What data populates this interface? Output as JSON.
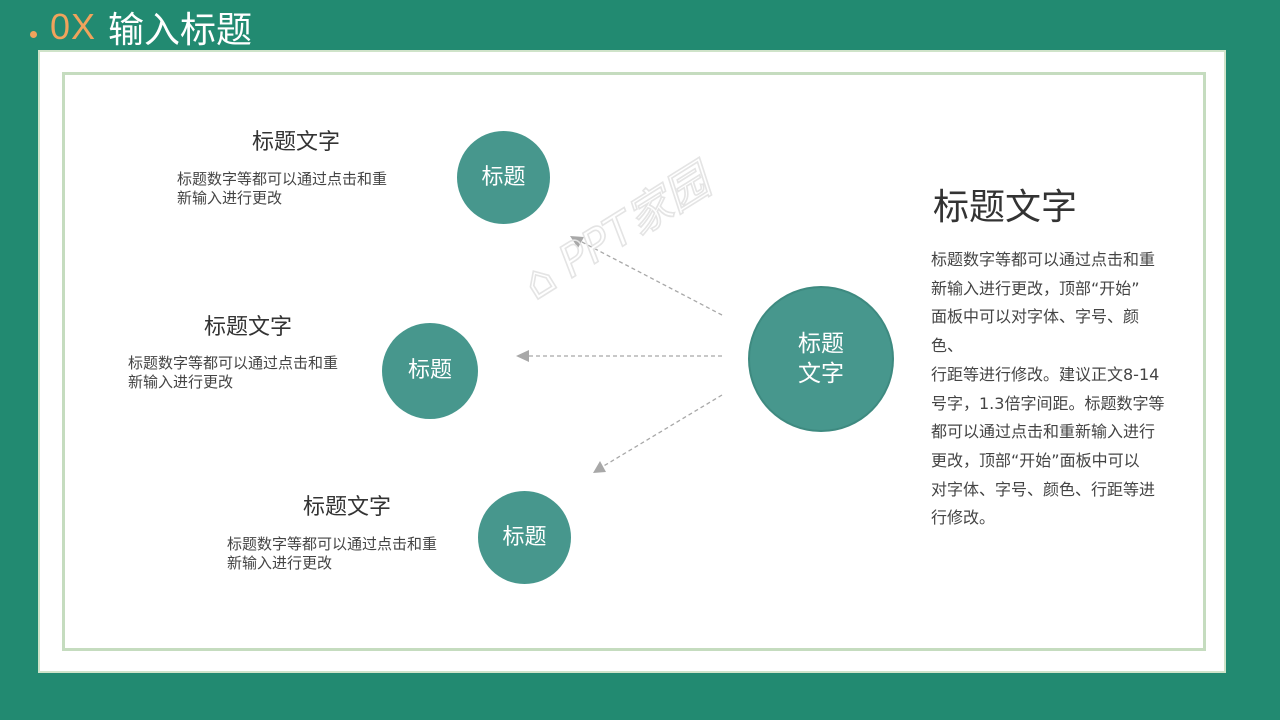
{
  "header": {
    "number": "0X",
    "title": "输入标题"
  },
  "items": [
    {
      "heading": "标题文字",
      "desc_line1": "标题数字等都可以通过点击和重",
      "desc_line2": "新输入进行更改",
      "circle": "标题"
    },
    {
      "heading": "标题文字",
      "desc_line1": "标题数字等都可以通过点击和重",
      "desc_line2": "新输入进行更改",
      "circle": "标题"
    },
    {
      "heading": "标题文字",
      "desc_line1": "标题数字等都可以通过点击和重",
      "desc_line2": "新输入进行更改",
      "circle": "标题"
    }
  ],
  "center": {
    "line1": "标题",
    "line2": "文字"
  },
  "right": {
    "heading": "标题文字",
    "lines": [
      "标题数字等都可以通过点击和重",
      "新输入进行更改，顶部“开始”",
      "面板中可以对字体、字号、颜色、",
      "行距等进行修改。建议正文8-14",
      "号字，1.3倍字间距。标题数字等",
      "都可以通过点击和重新输入进行",
      "更改，顶部“开始”面板中可以",
      "对字体、字号、颜色、行距等进",
      "行修改。"
    ]
  },
  "watermark": "PPT家园",
  "colors": {
    "background": "#228a71",
    "accent": "#f0a35c",
    "circle": "#47978d",
    "border": "#c5dcbf"
  }
}
